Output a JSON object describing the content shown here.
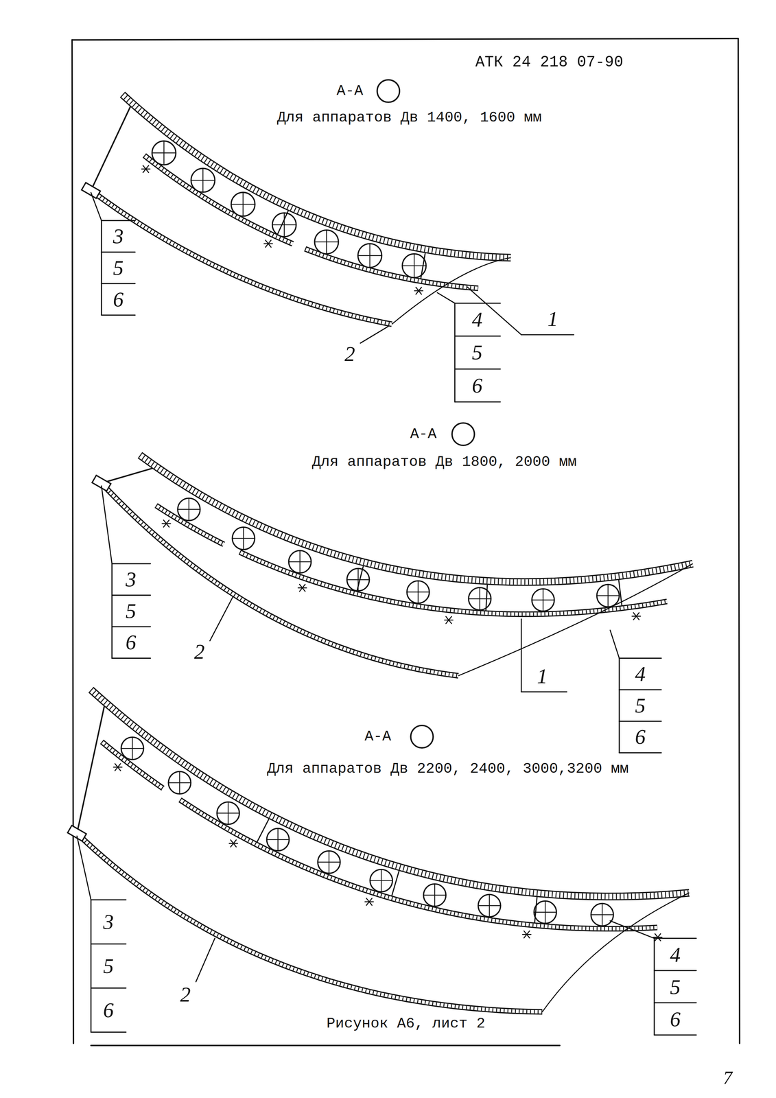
{
  "diagram": {
    "caption": "Рисунок А6, лист 2",
    "labels": [
      "АТК 24 218 07-90",
      "А-А",
      "Для аппаратов Дв 1400, 1600 мм",
      "3",
      "5",
      "6",
      "4",
      "5",
      "6",
      "2",
      "1",
      "А-А",
      "Для аппаратов Дв 1800, 2000 мм",
      "3",
      "5",
      "6",
      "2",
      "1",
      "4",
      "5",
      "6",
      "А-А",
      "Для аппаратов Дв 2200, 2400, 3000,3200 мм",
      "3",
      "5",
      "6",
      "2",
      "4",
      "5",
      "6",
      "7"
    ]
  }
}
